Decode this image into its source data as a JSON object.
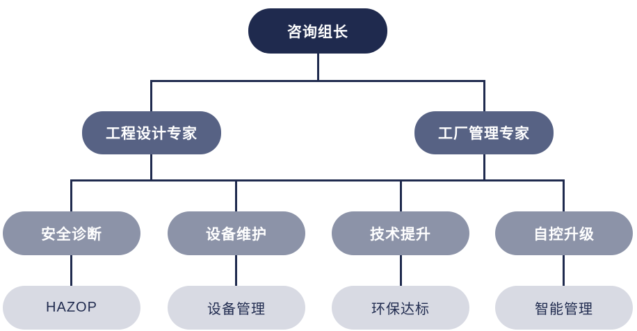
{
  "org_chart": {
    "type": "org-tree",
    "root": {
      "label": "咨询组长"
    },
    "experts": [
      {
        "label": "工程设计专家"
      },
      {
        "label": "工厂管理专家"
      }
    ],
    "services": [
      {
        "label": "安全诊断",
        "sub": "HAZOP"
      },
      {
        "label": "设备维护",
        "sub": "设备管理"
      },
      {
        "label": "技术提升",
        "sub": "环保达标"
      },
      {
        "label": "自控升级",
        "sub": "智能管理"
      }
    ]
  },
  "colors": {
    "level1_bg": "#1f2a4e",
    "level2_bg": "#576284",
    "level3_bg": "#8c93a8",
    "level4_bg": "#d8dae3",
    "connector_line": "#1f2a4e",
    "text_light": "#ffffff",
    "text_dark": "#1f2a4e"
  }
}
